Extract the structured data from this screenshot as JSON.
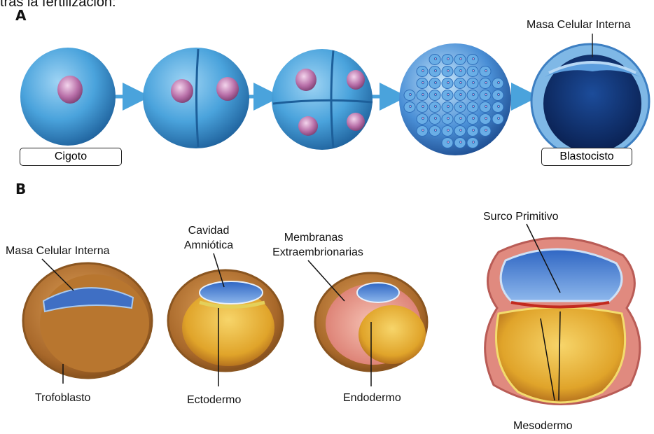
{
  "header": {
    "caption": "tras la fertilización:"
  },
  "panel_a": {
    "section_label": "A",
    "stage_labels": {
      "zygote": "Cigoto",
      "blastocyst": "Blastocisto"
    },
    "inner_cell_mass": "Masa Celular Interna"
  },
  "panel_b": {
    "section_label": "B",
    "labels": {
      "inner_cell_mass": "Masa Celular Interna",
      "amniotic_cavity_1": "Cavidad",
      "amniotic_cavity_2": "Amniótica",
      "extra_membranes_1": "Membranas",
      "extra_membranes_2": "Extraembrionarias",
      "primitive_streak": "Surco Primitivo",
      "trophoblast": "Trofoblasto",
      "ectoderm": "Ectodermo",
      "endoderm": "Endodermo",
      "mesoderm": "Mesodermo"
    }
  },
  "colors": {
    "cell_blue": "#4aa3dc",
    "nucleus_purple": "#b86fa8",
    "dark_cavity": "#0b2a66",
    "trophoblast_brown": "#a8682a",
    "yolk_yellow": "#e6b52a",
    "membrane_pink": "#e89a8c",
    "arrow_blue": "#4aa3dc"
  }
}
